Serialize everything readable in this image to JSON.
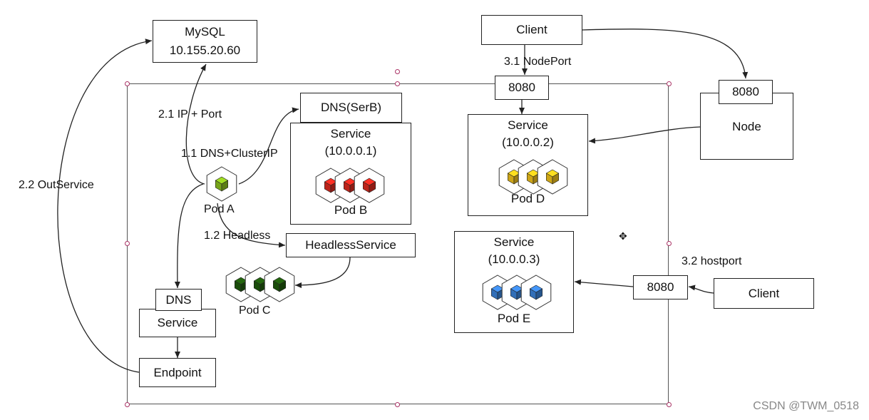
{
  "mysql": {
    "name": "MySQL",
    "ip": "10.155.20.60"
  },
  "client_top": "Client",
  "client_right": "Client",
  "nodeport_label": "3.1 NodePort",
  "port_nodeport": "8080",
  "node": {
    "port": "8080",
    "label": "Node"
  },
  "ip_port_label": "2.1 IP + Port",
  "dns_serb": "DNS(SerB)",
  "dns_clusterip_label": "1.1 DNS+ClusterIP",
  "service_b": {
    "title": "Service",
    "ip": "(10.0.0.1)",
    "pod": "Pod B"
  },
  "service_d": {
    "title": "Service",
    "ip": "(10.0.0.2)",
    "pod": "Pod D"
  },
  "service_e": {
    "title": "Service",
    "ip": "(10.0.0.3)",
    "pod": "Pod E"
  },
  "out_service_label": "2.2 OutService",
  "pod_a": "Pod A",
  "headless_label": "1.2 Headless",
  "headless_service": "HeadlessService",
  "pod_c": "Pod C",
  "dns_service": {
    "dns": "DNS",
    "service": "Service"
  },
  "endpoint": "Endpoint",
  "hostport_label": "3.2 hostport",
  "port_hostport": "8080",
  "watermark": "CSDN @TWM_0518",
  "colors": {
    "pod_a": "#8cc11f",
    "pod_b": "#dd2a1f",
    "pod_c": "#1f5a0c",
    "pod_d": "#f1c21b",
    "pod_e": "#3b82d8"
  }
}
